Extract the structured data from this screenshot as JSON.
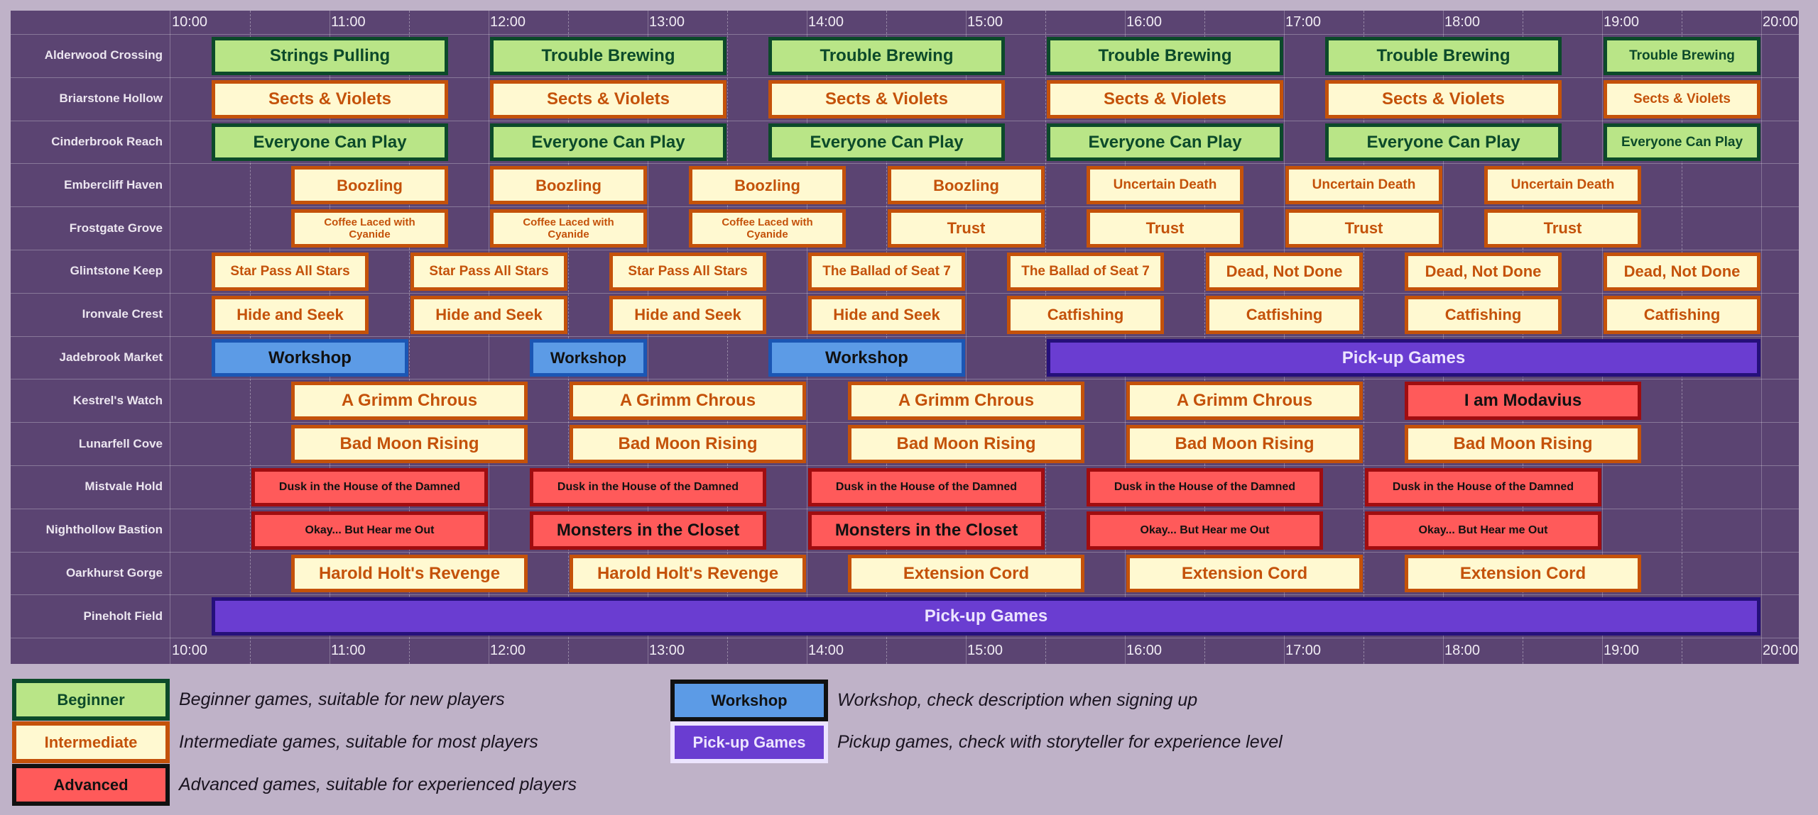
{
  "times": [
    "10:00",
    "11:00",
    "12:00",
    "13:00",
    "14:00",
    "15:00",
    "16:00",
    "17:00",
    "18:00",
    "19:00",
    "20:00"
  ],
  "colors": {
    "beginner": "#b9e587",
    "intermediate": "#fff9d1",
    "advanced": "#ff5a5a",
    "workshop": "#5c9be6",
    "pickup": "#6a3dd1",
    "panel": "#5b4472",
    "page": "#bfb2c8"
  },
  "rooms": [
    {
      "name": "Alderwood Crossing",
      "sessions": [
        {
          "title": "Strings Pulling",
          "level": "beginner",
          "start": 10.25,
          "end": 11.75
        },
        {
          "title": "Trouble Brewing",
          "level": "beginner",
          "start": 12,
          "end": 13.5
        },
        {
          "title": "Trouble Brewing",
          "level": "beginner",
          "start": 13.75,
          "end": 15.25
        },
        {
          "title": "Trouble Brewing",
          "level": "beginner",
          "start": 15.5,
          "end": 17
        },
        {
          "title": "Trouble Brewing",
          "level": "beginner",
          "start": 17.25,
          "end": 18.75
        },
        {
          "title": "Trouble Brewing",
          "level": "beginner",
          "start": 19,
          "end": 20
        }
      ]
    },
    {
      "name": "Briarstone Hollow",
      "sessions": [
        {
          "title": "Sects & Violets",
          "level": "intermediate",
          "start": 10.25,
          "end": 11.75
        },
        {
          "title": "Sects & Violets",
          "level": "intermediate",
          "start": 12,
          "end": 13.5
        },
        {
          "title": "Sects & Violets",
          "level": "intermediate",
          "start": 13.75,
          "end": 15.25
        },
        {
          "title": "Sects & Violets",
          "level": "intermediate",
          "start": 15.5,
          "end": 17
        },
        {
          "title": "Sects & Violets",
          "level": "intermediate",
          "start": 17.25,
          "end": 18.75
        },
        {
          "title": "Sects & Violets",
          "level": "intermediate",
          "start": 19,
          "end": 20
        }
      ]
    },
    {
      "name": "Cinderbrook Reach",
      "sessions": [
        {
          "title": "Everyone Can Play",
          "level": "beginner",
          "start": 10.25,
          "end": 11.75
        },
        {
          "title": "Everyone Can Play",
          "level": "beginner",
          "start": 12,
          "end": 13.5
        },
        {
          "title": "Everyone Can Play",
          "level": "beginner",
          "start": 13.75,
          "end": 15.25
        },
        {
          "title": "Everyone Can Play",
          "level": "beginner",
          "start": 15.5,
          "end": 17
        },
        {
          "title": "Everyone Can Play",
          "level": "beginner",
          "start": 17.25,
          "end": 18.75
        },
        {
          "title": "Everyone Can Play",
          "level": "beginner",
          "start": 19,
          "end": 20
        }
      ]
    },
    {
      "name": "Embercliff Haven",
      "sessions": [
        {
          "title": "Boozling",
          "level": "intermediate",
          "start": 10.75,
          "end": 11.75
        },
        {
          "title": "Boozling",
          "level": "intermediate",
          "start": 12,
          "end": 13
        },
        {
          "title": "Boozling",
          "level": "intermediate",
          "start": 13.25,
          "end": 14.25
        },
        {
          "title": "Boozling",
          "level": "intermediate",
          "start": 14.5,
          "end": 15.5
        },
        {
          "title": "Uncertain Death",
          "level": "intermediate",
          "start": 15.75,
          "end": 16.75
        },
        {
          "title": "Uncertain Death",
          "level": "intermediate",
          "start": 17,
          "end": 18
        },
        {
          "title": "Uncertain Death",
          "level": "intermediate",
          "start": 18.25,
          "end": 19.25
        }
      ]
    },
    {
      "name": "Frostgate Grove",
      "sessions": [
        {
          "title": "Coffee Laced with Cyanide",
          "level": "intermediate",
          "start": 10.75,
          "end": 11.75
        },
        {
          "title": "Coffee Laced with Cyanide",
          "level": "intermediate",
          "start": 12,
          "end": 13
        },
        {
          "title": "Coffee Laced with Cyanide",
          "level": "intermediate",
          "start": 13.25,
          "end": 14.25
        },
        {
          "title": "Trust",
          "level": "intermediate",
          "start": 14.5,
          "end": 15.5
        },
        {
          "title": "Trust",
          "level": "intermediate",
          "start": 15.75,
          "end": 16.75
        },
        {
          "title": "Trust",
          "level": "intermediate",
          "start": 17,
          "end": 18
        },
        {
          "title": "Trust",
          "level": "intermediate",
          "start": 18.25,
          "end": 19.25
        }
      ]
    },
    {
      "name": "Glintstone Keep",
      "sessions": [
        {
          "title": "Star Pass All Stars",
          "level": "intermediate",
          "start": 10.25,
          "end": 11.25
        },
        {
          "title": "Star Pass All Stars",
          "level": "intermediate",
          "start": 11.5,
          "end": 12.5
        },
        {
          "title": "Star Pass All Stars",
          "level": "intermediate",
          "start": 12.75,
          "end": 13.75
        },
        {
          "title": "The Ballad of Seat 7",
          "level": "intermediate",
          "start": 14,
          "end": 15
        },
        {
          "title": "The Ballad of Seat 7",
          "level": "intermediate",
          "start": 15.25,
          "end": 16.25
        },
        {
          "title": "Dead, Not Done",
          "level": "intermediate",
          "start": 16.5,
          "end": 17.5
        },
        {
          "title": "Dead, Not Done",
          "level": "intermediate",
          "start": 17.75,
          "end": 18.75
        },
        {
          "title": "Dead, Not Done",
          "level": "intermediate",
          "start": 19,
          "end": 20
        }
      ]
    },
    {
      "name": "Ironvale Crest",
      "sessions": [
        {
          "title": "Hide and Seek",
          "level": "intermediate",
          "start": 10.25,
          "end": 11.25
        },
        {
          "title": "Hide and Seek",
          "level": "intermediate",
          "start": 11.5,
          "end": 12.5
        },
        {
          "title": "Hide and Seek",
          "level": "intermediate",
          "start": 12.75,
          "end": 13.75
        },
        {
          "title": "Hide and Seek",
          "level": "intermediate",
          "start": 14,
          "end": 15
        },
        {
          "title": "Catfishing",
          "level": "intermediate",
          "start": 15.25,
          "end": 16.25
        },
        {
          "title": "Catfishing",
          "level": "intermediate",
          "start": 16.5,
          "end": 17.5
        },
        {
          "title": "Catfishing",
          "level": "intermediate",
          "start": 17.75,
          "end": 18.75
        },
        {
          "title": "Catfishing",
          "level": "intermediate",
          "start": 19,
          "end": 20
        }
      ]
    },
    {
      "name": "Jadebrook Market",
      "sessions": [
        {
          "title": "Workshop",
          "level": "workshop",
          "start": 10.25,
          "end": 11.5
        },
        {
          "title": "Workshop",
          "level": "workshop",
          "start": 12.25,
          "end": 13
        },
        {
          "title": "Workshop",
          "level": "workshop",
          "start": 13.75,
          "end": 15
        },
        {
          "title": "Pick-up Games",
          "level": "pickup",
          "start": 15.5,
          "end": 20
        }
      ]
    },
    {
      "name": "Kestrel's Watch",
      "sessions": [
        {
          "title": "A Grimm Chrous",
          "level": "intermediate",
          "start": 10.75,
          "end": 12.25
        },
        {
          "title": "A Grimm Chrous",
          "level": "intermediate",
          "start": 12.5,
          "end": 14
        },
        {
          "title": "A Grimm Chrous",
          "level": "intermediate",
          "start": 14.25,
          "end": 15.75
        },
        {
          "title": "A Grimm Chrous",
          "level": "intermediate",
          "start": 16,
          "end": 17.5
        },
        {
          "title": "I am Modavius",
          "level": "advanced",
          "start": 17.75,
          "end": 19.25
        }
      ]
    },
    {
      "name": "Lunarfell Cove",
      "sessions": [
        {
          "title": "Bad Moon Rising",
          "level": "intermediate",
          "start": 10.75,
          "end": 12.25
        },
        {
          "title": "Bad Moon Rising",
          "level": "intermediate",
          "start": 12.5,
          "end": 14
        },
        {
          "title": "Bad Moon Rising",
          "level": "intermediate",
          "start": 14.25,
          "end": 15.75
        },
        {
          "title": "Bad Moon Rising",
          "level": "intermediate",
          "start": 16,
          "end": 17.5
        },
        {
          "title": "Bad Moon Rising",
          "level": "intermediate",
          "start": 17.75,
          "end": 19.25
        }
      ]
    },
    {
      "name": "Mistvale Hold",
      "sessions": [
        {
          "title": "Dusk in the House of the Damned",
          "level": "advanced",
          "start": 10.5,
          "end": 12
        },
        {
          "title": "Dusk in the House of the Damned",
          "level": "advanced",
          "start": 12.25,
          "end": 13.75
        },
        {
          "title": "Dusk in the House of the Damned",
          "level": "advanced",
          "start": 14,
          "end": 15.5
        },
        {
          "title": "Dusk in the House of the Damned",
          "level": "advanced",
          "start": 15.75,
          "end": 17.25
        },
        {
          "title": "Dusk in the House of the Damned",
          "level": "advanced",
          "start": 17.5,
          "end": 19
        }
      ]
    },
    {
      "name": "Nighthollow Bastion",
      "sessions": [
        {
          "title": "Okay... But Hear me Out",
          "level": "advanced",
          "start": 10.5,
          "end": 12
        },
        {
          "title": "Monsters in the Closet",
          "level": "advanced",
          "start": 12.25,
          "end": 13.75
        },
        {
          "title": "Monsters in the Closet",
          "level": "advanced",
          "start": 14,
          "end": 15.5
        },
        {
          "title": "Okay... But Hear me Out",
          "level": "advanced",
          "start": 15.75,
          "end": 17.25
        },
        {
          "title": "Okay... But Hear me Out",
          "level": "advanced",
          "start": 17.5,
          "end": 19
        }
      ]
    },
    {
      "name": "Oarkhurst Gorge",
      "sessions": [
        {
          "title": "Harold Holt's Revenge",
          "level": "intermediate",
          "start": 10.75,
          "end": 12.25
        },
        {
          "title": "Harold Holt's Revenge",
          "level": "intermediate",
          "start": 12.5,
          "end": 14
        },
        {
          "title": "Extension Cord",
          "level": "intermediate",
          "start": 14.25,
          "end": 15.75
        },
        {
          "title": "Extension Cord",
          "level": "intermediate",
          "start": 16,
          "end": 17.5
        },
        {
          "title": "Extension Cord",
          "level": "intermediate",
          "start": 17.75,
          "end": 19.25
        }
      ]
    },
    {
      "name": "Pineholt Field",
      "sessions": [
        {
          "title": "Pick-up Games",
          "level": "pickup",
          "start": 10.25,
          "end": 20
        }
      ]
    }
  ],
  "legend": [
    {
      "label": "Beginner",
      "level": "beginner",
      "description": "Beginner games, suitable for new players"
    },
    {
      "label": "Intermediate",
      "level": "intermediate",
      "description": "Intermediate games, suitable for most players"
    },
    {
      "label": "Advanced",
      "level": "advanced",
      "description": "Advanced games, suitable for experienced players"
    },
    {
      "label": "Workshop",
      "level": "workshop",
      "description": "Workshop, check description when signing up"
    },
    {
      "label": "Pick-up Games",
      "level": "pickup",
      "description": "Pickup games, check with storyteller for experience level"
    }
  ]
}
